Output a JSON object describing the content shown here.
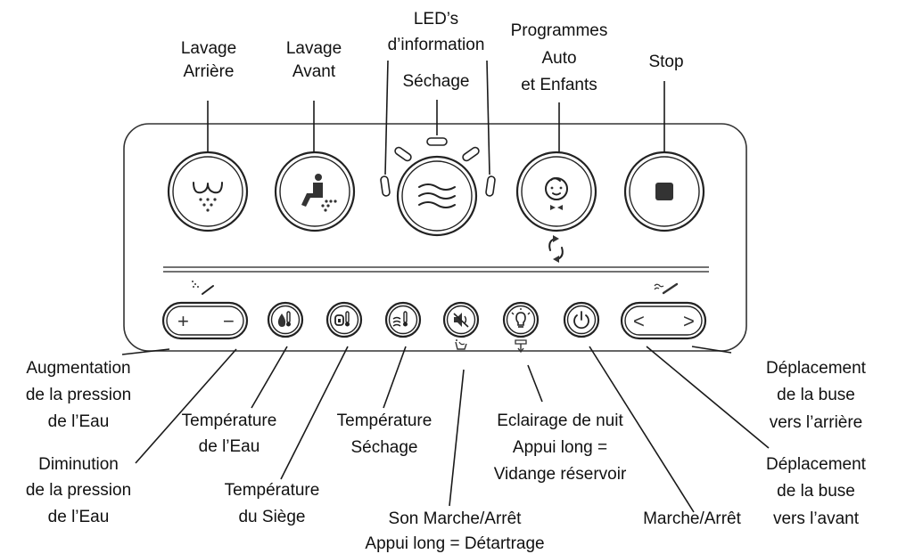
{
  "top_labels": {
    "rear_wash": [
      "Lavage",
      "Arrière"
    ],
    "front_wash": [
      "Lavage",
      "Avant"
    ],
    "info_leds": [
      "LED’s",
      "d’information"
    ],
    "drying": "Séchage",
    "programs": [
      "Programmes",
      "Auto",
      "et Enfants"
    ],
    "stop": "Stop"
  },
  "bottom_labels": {
    "pressure_up": [
      "Augmentation",
      "de la pression",
      "de l’Eau"
    ],
    "pressure_down": [
      "Diminution",
      "de la pression",
      "de l’Eau"
    ],
    "water_temp": [
      "Température",
      "de l’Eau"
    ],
    "seat_temp": [
      "Température",
      "du Siège"
    ],
    "dry_temp": [
      "Température",
      "Séchage"
    ],
    "sound": [
      "Son Marche/Arrêt",
      "Appui long = Détartrage"
    ],
    "night_light": [
      "Eclairage de nuit",
      "Appui long =",
      "Vidange réservoir"
    ],
    "power": "Marche/Arrêt",
    "nozzle_back": [
      "Déplacement",
      "de la buse",
      "vers l’arrière"
    ],
    "nozzle_front": [
      "Déplacement",
      "de la buse",
      "vers l’avant"
    ]
  },
  "button_glyphs": {
    "plus": "+",
    "minus": "−",
    "left": "<",
    "right": ">"
  }
}
